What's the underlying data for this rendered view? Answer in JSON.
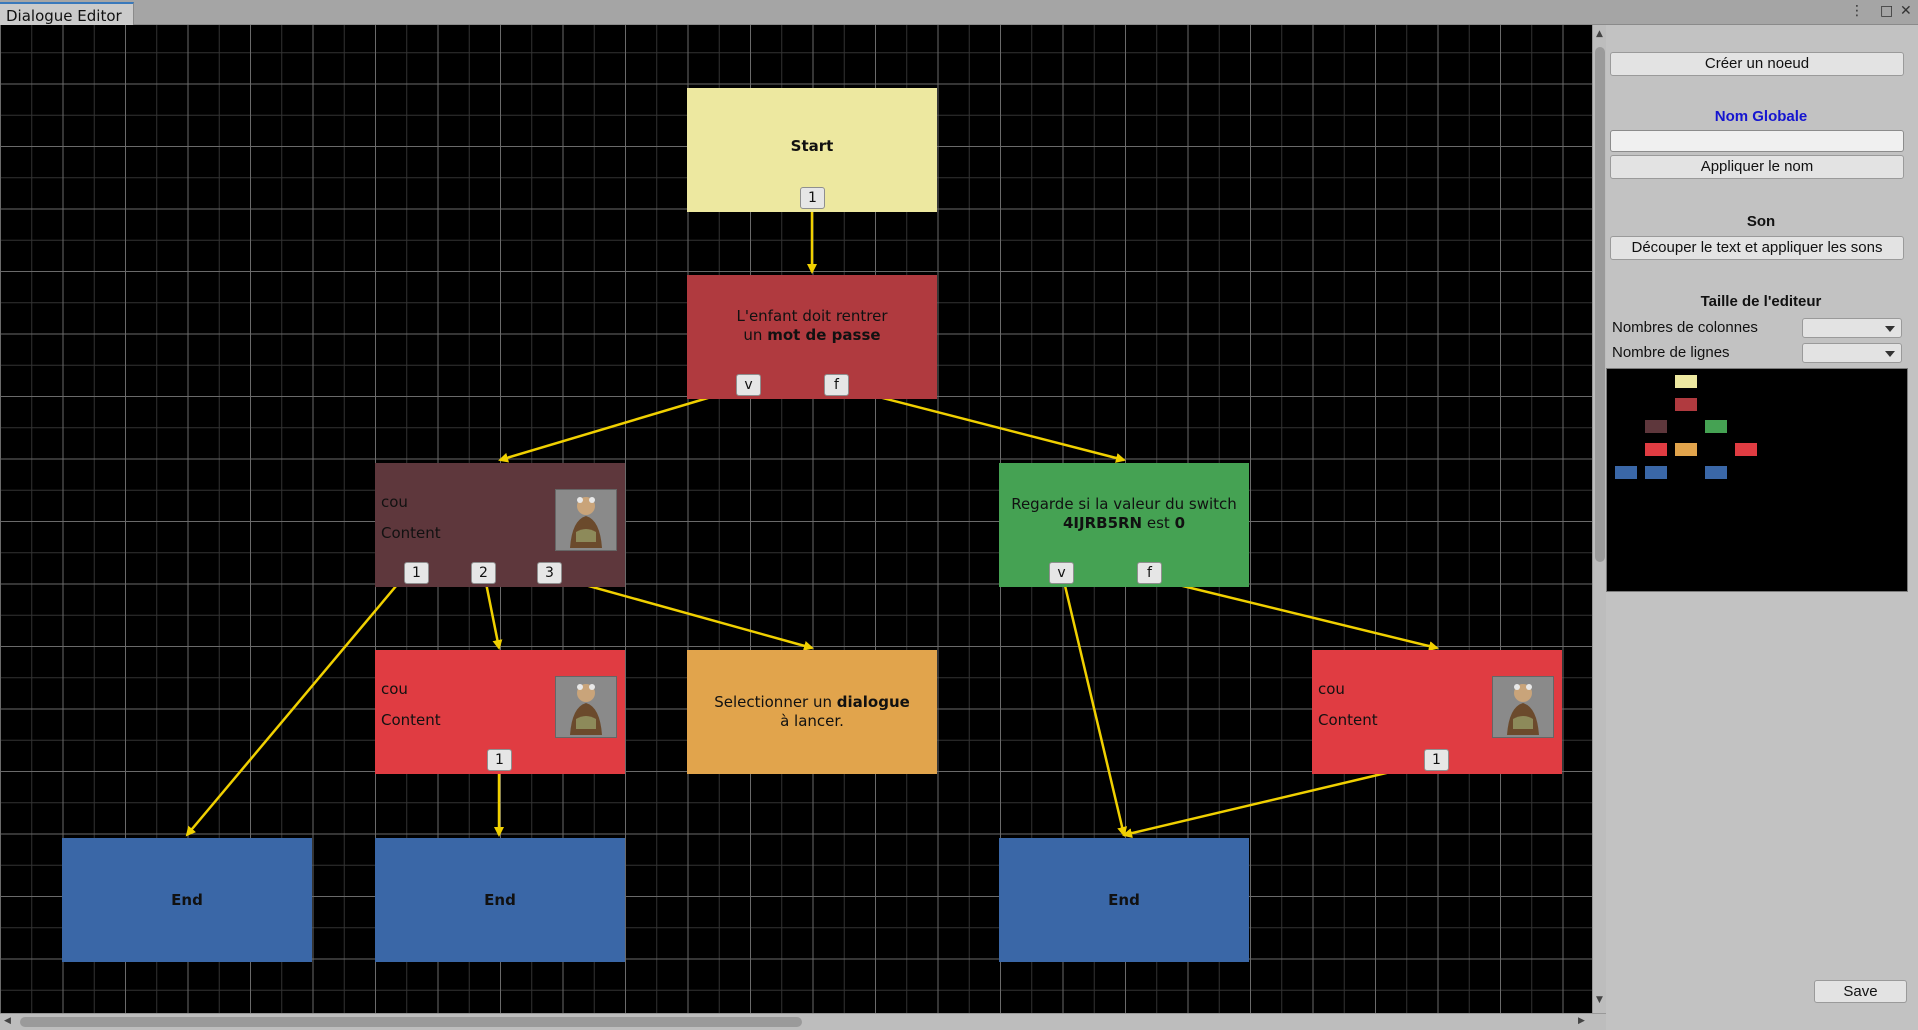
{
  "window": {
    "tab_title": "Dialogue Editor",
    "controls": [
      "⋮",
      "□",
      "✕"
    ]
  },
  "colors": {
    "start": "#ede8a0",
    "condition_red": "#b03a3f",
    "dialogue_brown": "#5e373c",
    "condition_green": "#45a253",
    "dialogue_red": "#e03c42",
    "select_orange": "#e1a44c",
    "end_blue": "#3a67a7",
    "edge": "#f0d000",
    "grid_major": "#6a6a6a",
    "grid_minor": "#333333"
  },
  "nodes": {
    "start": {
      "label": "Start",
      "ports": [
        "1"
      ]
    },
    "password": {
      "line1": "L'enfant doit rentrer",
      "line2_prefix": "un ",
      "line2_bold": "mot de passe",
      "ports": [
        "v",
        "f"
      ]
    },
    "dialog_a": {
      "speaker": "cou",
      "content": "Content",
      "portrait": "character-portrait-icon",
      "ports": [
        "1",
        "2",
        "3"
      ]
    },
    "switch": {
      "line1": "Regarde si la valeur du switch",
      "line2_bold_a": "4IJRB5RN",
      "line2_mid": " est ",
      "line2_bold_b": "0",
      "ports": [
        "v",
        "f"
      ]
    },
    "dialog_b": {
      "speaker": "cou",
      "content": "Content",
      "portrait": "character-portrait-icon",
      "ports": [
        "1"
      ]
    },
    "select": {
      "line1_prefix": "Selectionner un ",
      "line1_bold": "dialogue",
      "line2": "à lancer."
    },
    "dialog_c": {
      "speaker": "cou",
      "content": "Content",
      "portrait": "character-portrait-icon",
      "ports": [
        "1"
      ]
    },
    "end_1": {
      "label": "End"
    },
    "end_2": {
      "label": "End"
    },
    "end_3": {
      "label": "End"
    }
  },
  "panel": {
    "create_node": "Créer un noeud",
    "global_name_title": "Nom Globale",
    "global_name_value": "",
    "apply_name": "Appliquer le nom",
    "sound_title": "Son",
    "cut_text_button": "Découper le text et appliquer les sons",
    "editor_size_title": "Taille de l'editeur",
    "columns_label": "Nombres de colonnes",
    "columns_value": "",
    "rows_label": "Nombre de lignes",
    "rows_value": "",
    "save": "Save"
  }
}
